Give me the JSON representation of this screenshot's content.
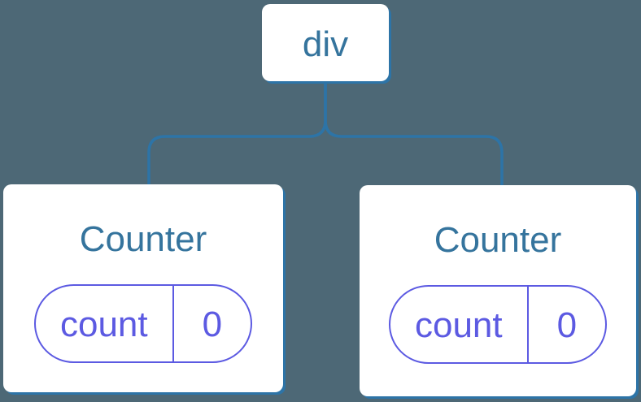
{
  "diagram": {
    "root": {
      "label": "div"
    },
    "children": [
      {
        "title": "Counter",
        "state": {
          "key": "count",
          "value": "0"
        }
      },
      {
        "title": "Counter",
        "state": {
          "key": "count",
          "value": "0"
        }
      }
    ],
    "colors": {
      "background": "#4d6876",
      "connector": "#2d74a7",
      "node_label": "#35749d",
      "state_accent": "#5c5ae2",
      "node_bg": "#ffffff"
    }
  }
}
